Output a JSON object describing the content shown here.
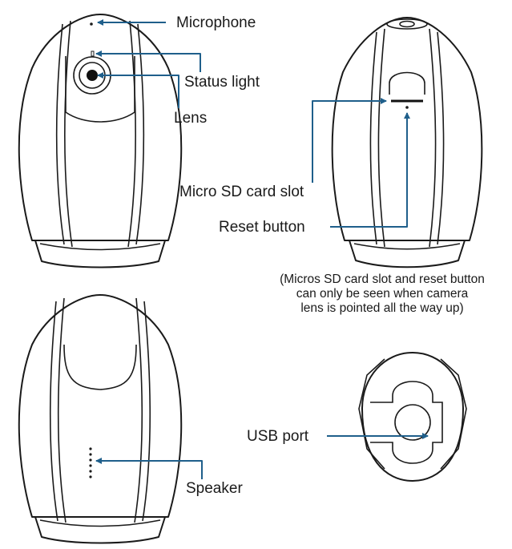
{
  "labels": {
    "microphone": "Microphone",
    "status_light": "Status light",
    "lens": "Lens",
    "micro_sd_slot": "Micro SD card slot",
    "reset_button": "Reset button",
    "usb_port": "USB port",
    "speaker": "Speaker"
  },
  "note": {
    "line1": "(Micros SD card slot and reset button",
    "line2": "can only be seen when camera",
    "line3": "lens is pointed all the way up)"
  },
  "colors": {
    "callout": "#1f5f8b",
    "outline": "#1a1a1a"
  }
}
